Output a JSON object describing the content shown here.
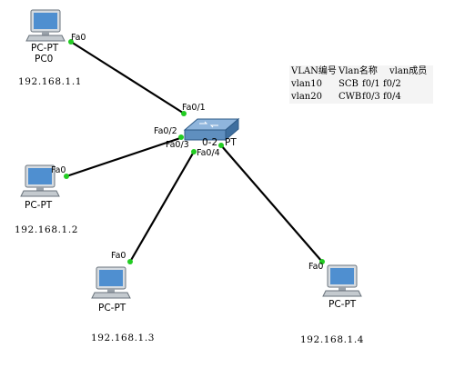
{
  "devices": {
    "pc0": {
      "type": "PC-PT",
      "name": "PC0",
      "ip": "192.168.1.1",
      "port": "Fa0"
    },
    "pc1": {
      "type": "PC-PT",
      "ip": "192.168.1.2",
      "port": "Fa0"
    },
    "pc2": {
      "type": "PC-PT",
      "ip": "192.168.1.3",
      "port": "Fa0"
    },
    "pc3": {
      "type": "PC-PT",
      "ip": "192.168.1.4",
      "port": "Fa0"
    },
    "switch": {
      "label_fragment": "0-2",
      "label_end": "PT",
      "ports": {
        "p1": "Fa0/1",
        "p2": "Fa0/2",
        "p3": "Fa0/3",
        "p4": "Fa0/4"
      }
    }
  },
  "vlan_table": {
    "headers": [
      "VLAN编号",
      "Vlan名称",
      "vlan成员"
    ],
    "rows": [
      [
        "vlan10",
        "SCB",
        "f0/1 f0/2"
      ],
      [
        "vlan20",
        "CWB",
        "f0/3 f0/4"
      ]
    ]
  },
  "colors": {
    "link": "#000000",
    "port_up": "#22cc22",
    "switch_body": "#5f8fbf"
  }
}
